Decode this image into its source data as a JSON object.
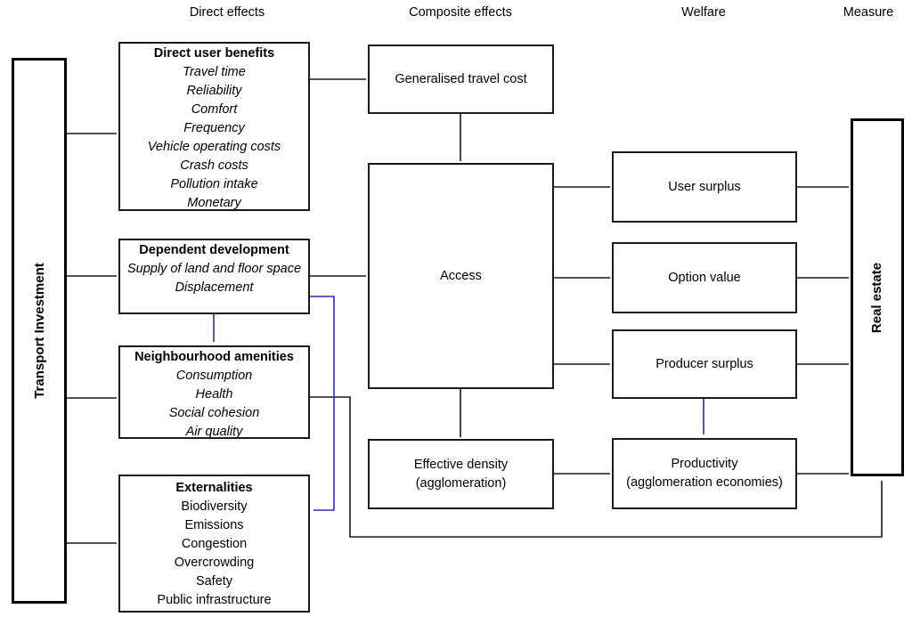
{
  "palette": {
    "background": "#ffffff",
    "line_black": "#1a1a1a",
    "accent_blue": "#2828d7",
    "box_border": "#1a1a1a",
    "text": "#000000"
  },
  "headers": {
    "direct_effects": "Direct effects",
    "composite_effects": "Composite effects",
    "welfare": "Welfare",
    "measure": "Measure"
  },
  "source": {
    "label": "Transport Investment"
  },
  "direct_effects": {
    "direct_user_benefits": {
      "title": "Direct user benefits",
      "items": [
        "Travel time",
        "Reliability",
        "Comfort",
        "Frequency",
        "Vehicle operating costs",
        "Crash costs",
        "Pollution intake",
        "Monetary"
      ]
    },
    "dependent_development": {
      "title": "Dependent development",
      "items": [
        "Supply of land and floor space",
        "Displacement"
      ]
    },
    "neighbourhood_amenities": {
      "title": "Neighbourhood amenities",
      "items": [
        "Consumption",
        "Health",
        "Social cohesion",
        "Air quality"
      ]
    },
    "externalities": {
      "title": "Externalities",
      "items": [
        "Biodiversity",
        "Emissions",
        "Congestion",
        "Overcrowding",
        "Safety",
        "Public infrastructure"
      ]
    }
  },
  "composite_effects": {
    "generalised_travel_cost": {
      "label": "Generalised travel cost"
    },
    "access": {
      "label": "Access"
    },
    "effective_density": {
      "label_line1": "Effective density",
      "label_line2": "(agglomeration)"
    }
  },
  "welfare": {
    "user_surplus": {
      "label": "User surplus"
    },
    "option_value": {
      "label": "Option value"
    },
    "producer_surplus": {
      "label": "Producer surplus"
    },
    "productivity": {
      "label_line1": "Productivity",
      "label_line2": "(agglomeration economies)"
    }
  },
  "measure": {
    "real_estate": {
      "label": "Real estate"
    }
  },
  "edges": [
    {
      "from": "transport-investment",
      "to": "direct-user-benefits",
      "color": "black"
    },
    {
      "from": "transport-investment",
      "to": "dependent-development",
      "color": "black"
    },
    {
      "from": "transport-investment",
      "to": "neighbourhood-amenities",
      "color": "black"
    },
    {
      "from": "transport-investment",
      "to": "externalities",
      "color": "black"
    },
    {
      "from": "direct-user-benefits",
      "to": "generalised-travel-cost",
      "color": "black"
    },
    {
      "from": "generalised-travel-cost",
      "to": "access",
      "color": "black"
    },
    {
      "from": "dependent-development",
      "to": "access",
      "color": "black"
    },
    {
      "from": "dependent-development",
      "to": "neighbourhood-amenities",
      "color": "blue"
    },
    {
      "from": "dependent-development",
      "to": "externalities",
      "color": "blue"
    },
    {
      "from": "access",
      "to": "user-surplus",
      "color": "black"
    },
    {
      "from": "access",
      "to": "option-value",
      "color": "black"
    },
    {
      "from": "access",
      "to": "producer-surplus",
      "color": "black"
    },
    {
      "from": "access",
      "to": "effective-density",
      "color": "black"
    },
    {
      "from": "effective-density",
      "to": "productivity",
      "color": "black"
    },
    {
      "from": "producer-surplus",
      "to": "productivity",
      "color": "blue"
    },
    {
      "from": "user-surplus",
      "to": "real-estate",
      "color": "black"
    },
    {
      "from": "option-value",
      "to": "real-estate",
      "color": "black"
    },
    {
      "from": "producer-surplus",
      "to": "real-estate",
      "color": "black"
    },
    {
      "from": "productivity",
      "to": "real-estate",
      "color": "black"
    },
    {
      "from": "neighbourhood-amenities",
      "to": "real-estate",
      "color": "black"
    }
  ]
}
